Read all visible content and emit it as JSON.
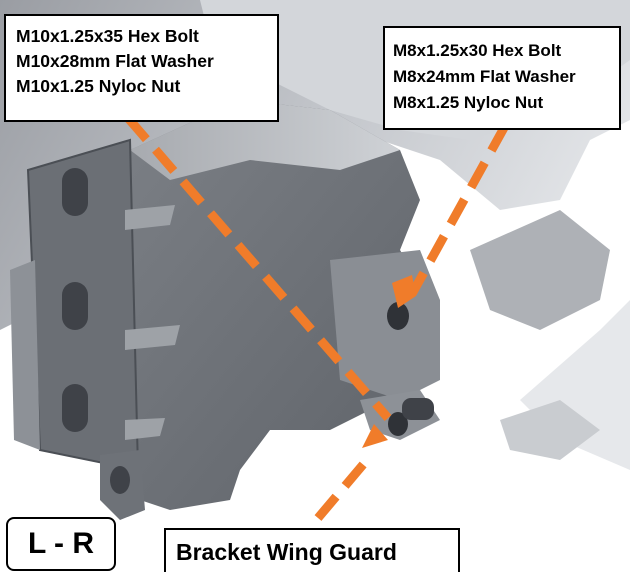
{
  "callout_left": {
    "lines": [
      "M10x1.25x35 Hex Bolt",
      "M10x28mm Flat Washer",
      "M10x1.25 Nyloc Nut"
    ]
  },
  "callout_right": {
    "lines": [
      "M8x1.25x30 Hex Bolt",
      "M8x24mm Flat Washer",
      "M8x1.25 Nyloc Nut"
    ]
  },
  "side_label": "L - R",
  "part_label": "Bracket Wing Guard",
  "colors": {
    "arrow": "#f07c2a",
    "label_border": "#000000",
    "label_background": "#ffffff"
  }
}
